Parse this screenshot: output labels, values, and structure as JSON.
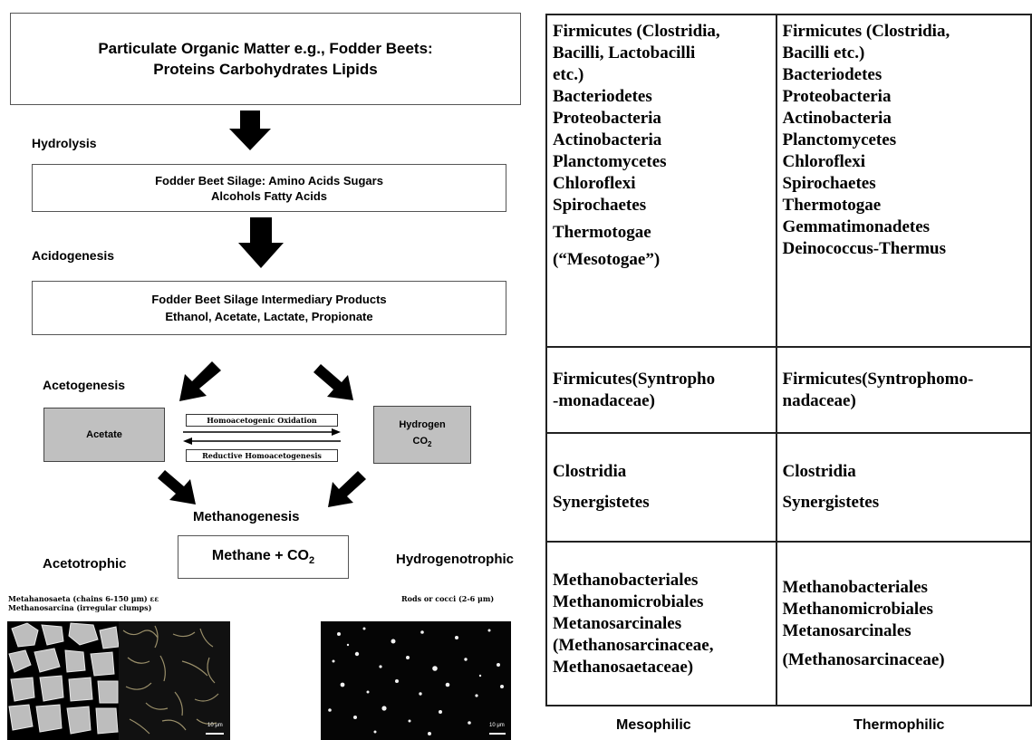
{
  "pathway": {
    "top_box": {
      "line1": "Particulate Organic Matter e.g.,  Fodder Beets:",
      "line2": "Proteins   Carbohydrates    Lipids"
    },
    "hydrolysis_label": "Hydrolysis",
    "box2": {
      "line1": "Fodder Beet Silage:  Amino Acids  Sugars",
      "line2": "Alcohols  Fatty Acids"
    },
    "acidogenesis_label": "Acidogenesis",
    "box3": {
      "line1": "Fodder Beet Silage Intermediary Products",
      "line2": "Ethanol, Acetate,  Lactate, Propionate"
    },
    "acetogenesis_label": "Acetogenesis",
    "acetate_box": "Acetate",
    "hydrogen_box": {
      "line1": "Hydrogen",
      "line2_main": "CO",
      "line2_sub": "2"
    },
    "oxidation_label": "Homoacetogenic Oxidation",
    "reductive_label": "Reductive Homoacetogenesis",
    "methanogenesis_label": "Methanogenesis",
    "methane_box": {
      "main": "Methane + CO",
      "sub": "2"
    },
    "acetotrophic_label": "Acetotrophic",
    "hydrogenotrophic_label": "Hydrogenotrophic",
    "acetotrophic_note_line1": "Metahanosaeta  (chains 6-150 μm) εε",
    "acetotrophic_note_line2": "Methanosarcina  (irregular clumps)",
    "hydrogenotrophic_note": "Rods or cocci (2-6 μm)",
    "scale_left": "10 μm",
    "scale_right": "10 μm"
  },
  "table": {
    "rows": [
      {
        "mesophilic": [
          "Firmicutes (Clostridia,",
          "Bacilli, Lactobacilli",
          "etc.)",
          "Bacteriodetes",
          "Proteobacteria",
          "Actinobacteria",
          "Planctomycetes",
          "Chloroflexi",
          "Spirochaetes",
          "Thermotogae",
          "(“Mesotogae”)"
        ],
        "thermophilic": [
          "Firmicutes (Clostridia,",
          "Bacilli etc.)",
          "Bacteriodetes",
          "Proteobacteria",
          "Actinobacteria",
          "Planctomycetes",
          "Chloroflexi",
          "Spirochaetes",
          "Thermotogae",
          "Gemmatimonadetes",
          "Deinococcus-Thermus"
        ]
      },
      {
        "mesophilic": [
          "Firmicutes(Syntropho",
          "-monadaceae)"
        ],
        "thermophilic": [
          "Firmicutes(Syntrophomo-",
          "nadaceae)"
        ]
      },
      {
        "mesophilic": [
          "Clostridia",
          "Synergistetes"
        ],
        "thermophilic": [
          "Clostridia",
          "Synergistetes"
        ]
      },
      {
        "mesophilic": [
          "Methanobacteriales",
          "Methanomicrobiales",
          "Metanosarcinales",
          "(Methanosarcinaceae,",
          "Methanosaetaceae)"
        ],
        "thermophilic": [
          "Methanobacteriales",
          "Methanomicrobiales",
          "Metanosarcinales",
          "(Methanosarcinaceae)"
        ]
      }
    ],
    "footer": {
      "mesophilic": "Mesophilic",
      "thermophilic": "Thermophilic"
    }
  }
}
